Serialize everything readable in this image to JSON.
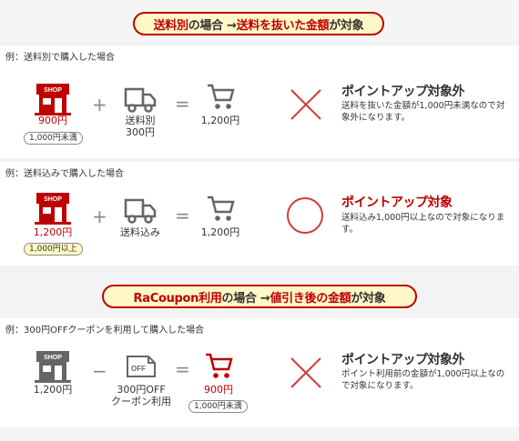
{
  "section1": {
    "header": {
      "part1": "送料別",
      "part2": "の場合 → ",
      "part3": "送料を抜いた金額",
      "part4": "が対象"
    },
    "example1": {
      "caption": "例：送料別で購入した場合",
      "shop_price": "900円",
      "badge": "1,000円未満",
      "ship_label1": "送料別",
      "ship_label2": "300円",
      "total": "1,200円",
      "result_title": "ポイントアップ対象外",
      "result_desc": "送料を抜いた金額が1,000円未満なので対象外になります。"
    },
    "example2": {
      "caption": "例：送料込みで購入した場合",
      "shop_price": "1,200円",
      "badge": "1,000円以上",
      "ship_label": "送料込み",
      "total": "1,200円",
      "result_title": "ポイントアップ対象",
      "result_desc": "送料込み1,000円以上なので対象になります。"
    }
  },
  "section2": {
    "header": {
      "part1": "RaCoupon利用",
      "part2": "の場合 → ",
      "part3": "値引き後の金額",
      "part4": "が対象"
    },
    "example": {
      "caption": "例：300円OFFクーポンを利用して購入した場合",
      "shop_price": "1,200円",
      "coupon_label1": "300円OFF",
      "coupon_label2": "クーポン利用",
      "total": "900円",
      "badge": "1,000円未満",
      "result_title": "ポイントアップ対象外",
      "result_desc": "ポイント利用前の金額が1,000円以上なので対象になります。"
    }
  },
  "icons": {
    "shop_text": "SHOP",
    "off_text": "OFF"
  },
  "operators": {
    "plus": "+",
    "minus": "−",
    "equals": "="
  },
  "colors": {
    "accent": "#bf0000",
    "pill_bg": "#fff7c7",
    "badge_yellow": "#fff9c4",
    "icon_gray": "#666666"
  }
}
